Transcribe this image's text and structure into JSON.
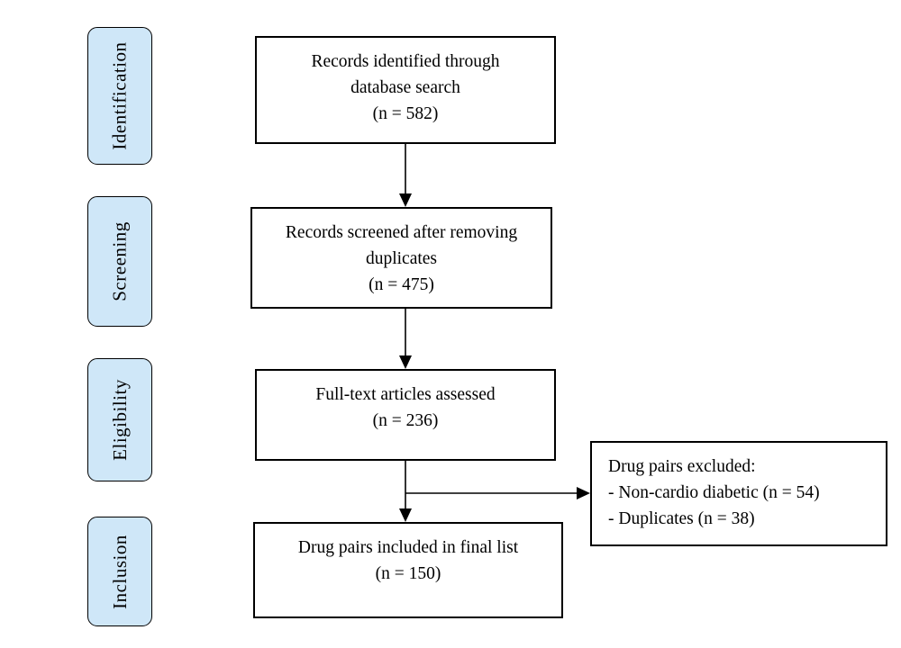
{
  "diagram": {
    "type": "prisma-flow",
    "stages": [
      {
        "label": "Identification"
      },
      {
        "label": "Screening"
      },
      {
        "label": "Eligibility"
      },
      {
        "label": "Inclusion"
      }
    ],
    "flow_boxes": [
      {
        "id": "records-identified",
        "lines": [
          "Records identified through",
          "database search",
          "(n = 582)"
        ],
        "n": 582
      },
      {
        "id": "records-screened",
        "lines": [
          "Records screened after removing",
          "duplicates",
          "(n = 475)"
        ],
        "n": 475
      },
      {
        "id": "fulltext-assessed",
        "lines": [
          "Full-text articles assessed",
          "(n = 236)"
        ],
        "n": 236
      },
      {
        "id": "pairs-included",
        "lines": [
          "Drug pairs included in final list",
          "(n = 150)"
        ],
        "n": 150
      }
    ],
    "side_box": {
      "id": "pairs-excluded",
      "lines": [
        "Drug pairs excluded:",
        "- Non-cardio diabetic (n = 54)",
        "- Duplicates (n = 38)"
      ],
      "n_non_cardio_diabetic": 54,
      "n_duplicates": 38
    },
    "colors": {
      "stage_fill": "#cfe7f8",
      "stage_border": "#000000",
      "box_fill": "#ffffff",
      "box_border": "#000000",
      "arrow": "#000000",
      "text": "#000000",
      "background": "#ffffff"
    }
  }
}
